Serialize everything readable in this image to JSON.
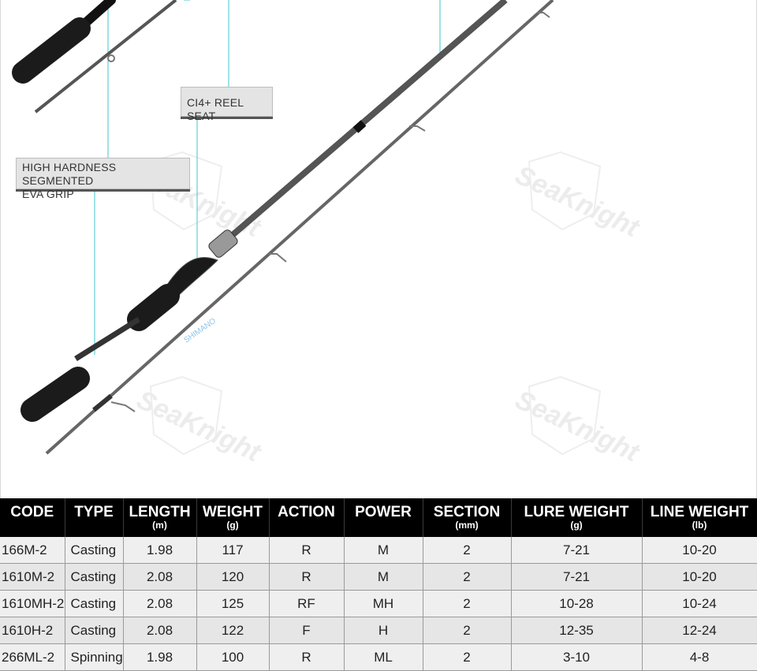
{
  "callouts": {
    "reel_seat": "CI4+ REEL SEAT",
    "grip": "HIGH HARDNESS SEGMENTED\nEVA GRIP"
  },
  "watermark": "SeaKnight",
  "colors": {
    "leader_line": "#5fd0d6",
    "table_header_bg": "#000000",
    "table_row_bg": "#efefef"
  },
  "spec_table": {
    "headers": [
      {
        "label": "CODE",
        "unit": ""
      },
      {
        "label": "TYPE",
        "unit": ""
      },
      {
        "label": "LENGTH",
        "unit": "(m)"
      },
      {
        "label": "WEIGHT",
        "unit": "(g)"
      },
      {
        "label": "ACTION",
        "unit": ""
      },
      {
        "label": "POWER",
        "unit": ""
      },
      {
        "label": "SECTION",
        "unit": "(mm)"
      },
      {
        "label": "LURE WEIGHT",
        "unit": "(g)"
      },
      {
        "label": "LINE WEIGHT",
        "unit": "(lb)"
      }
    ],
    "rows": [
      [
        "166M-2",
        "Casting",
        "1.98",
        "117",
        "R",
        "M",
        "2",
        "7-21",
        "10-20"
      ],
      [
        "1610M-2",
        "Casting",
        "2.08",
        "120",
        "R",
        "M",
        "2",
        "7-21",
        "10-20"
      ],
      [
        "1610MH-2",
        "Casting",
        "2.08",
        "125",
        "RF",
        "MH",
        "2",
        "10-28",
        "10-24"
      ],
      [
        "1610H-2",
        "Casting",
        "2.08",
        "122",
        "F",
        "H",
        "2",
        "12-35",
        "12-24"
      ],
      [
        "266ML-2",
        "Spinning",
        "1.98",
        "100",
        "R",
        "ML",
        "2",
        "3-10",
        "4-8"
      ]
    ]
  }
}
